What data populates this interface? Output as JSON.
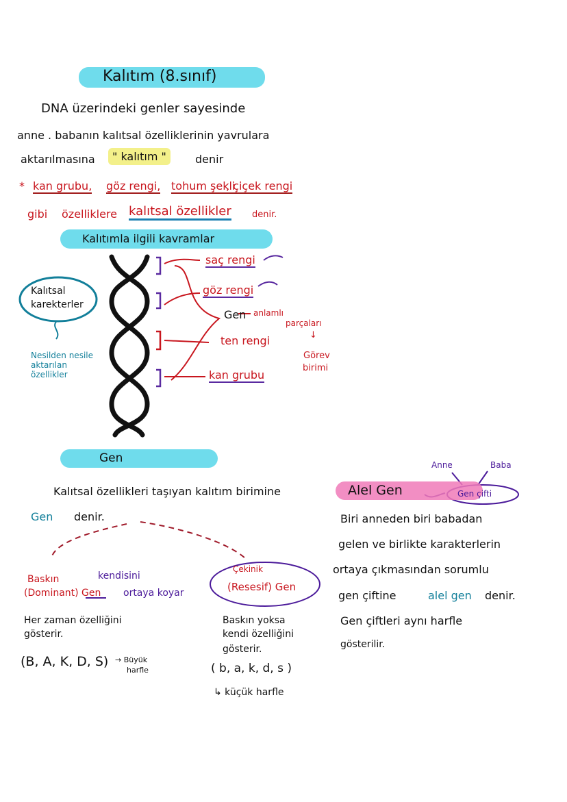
{
  "title": "Kalıtım (8.sınıf)",
  "intro": {
    "line1": "DNA üzerindeki genler sayesinde",
    "line2": "anne . babanın kalıtsal özelliklerinin yavrulara",
    "line3_a": "aktarılmasına",
    "line3_term": "\" kalıtım \"",
    "line3_b": "denir"
  },
  "examples": {
    "star": "*",
    "items": [
      "kan grubu,",
      "göz rengi,",
      "tohum şekli",
      ", çiçek rengi"
    ],
    "line2_a": "gibi",
    "line2_b": "özelliklere",
    "line2_term": "kalıtsal özellikler",
    "line2_c": "denir."
  },
  "concepts": {
    "heading": "Kalıtımla ilgili kavramlar",
    "bubble": "Kalıtsal karekterler",
    "bubble_note": "Nesilden nesile aktarılan özellikler",
    "traits": [
      "saç rengi",
      "göz rengi",
      "ten rengi",
      "kan grubu"
    ],
    "gen_label": "Gen",
    "gen_desc1": "anlamlı",
    "gen_desc2": "parçaları",
    "gen_arrow": "↓",
    "gen_desc3": "Görev",
    "gen_desc4": "birimi"
  },
  "gen": {
    "heading": "Gen",
    "definition": "Kalıtsal özellikleri taşıyan kalıtım birimine",
    "term": "Gen",
    "denir": "denir.",
    "dominant": {
      "title1": "Baskın",
      "title2": "(Dominant) Gen",
      "note1": "kendisini",
      "note2": "ortaya koyar",
      "desc1": "Her zaman özelliğini",
      "desc2": "gösterir.",
      "letters": "(B, A, K, D, S)",
      "letters_note1": "→ Büyük",
      "letters_note2": "harfle"
    },
    "recessive": {
      "title1": "Çekinik",
      "title2": "(Resesif) Gen",
      "desc1": "Baskın yoksa",
      "desc2": "kendi özelliğini",
      "desc3": "gösterir.",
      "letters": "( b, a, k, d, s )",
      "letters_note": "↳ küçük harfle"
    }
  },
  "alel": {
    "heading": "Alel Gen",
    "pair": "Gen çifti",
    "mother": "Anne",
    "father": "Baba",
    "lines": [
      "Biri anneden biri babadan",
      "gelen ve birlikte karakterlerin",
      "ortaya çıkmasından sorumlu"
    ],
    "line4_a": "gen çiftine",
    "line4_term": "alel gen",
    "line4_b": "denir.",
    "line5": "Gen çiftleri aynı harfle",
    "line6": "gösterilir."
  },
  "colors": {
    "pill_blue": "#6fdcec",
    "pill_yellow": "#f3f08a",
    "pill_pink": "#f07ab8",
    "red": "#c8161e",
    "purple": "#4b1a9a",
    "teal": "#127f9a"
  }
}
